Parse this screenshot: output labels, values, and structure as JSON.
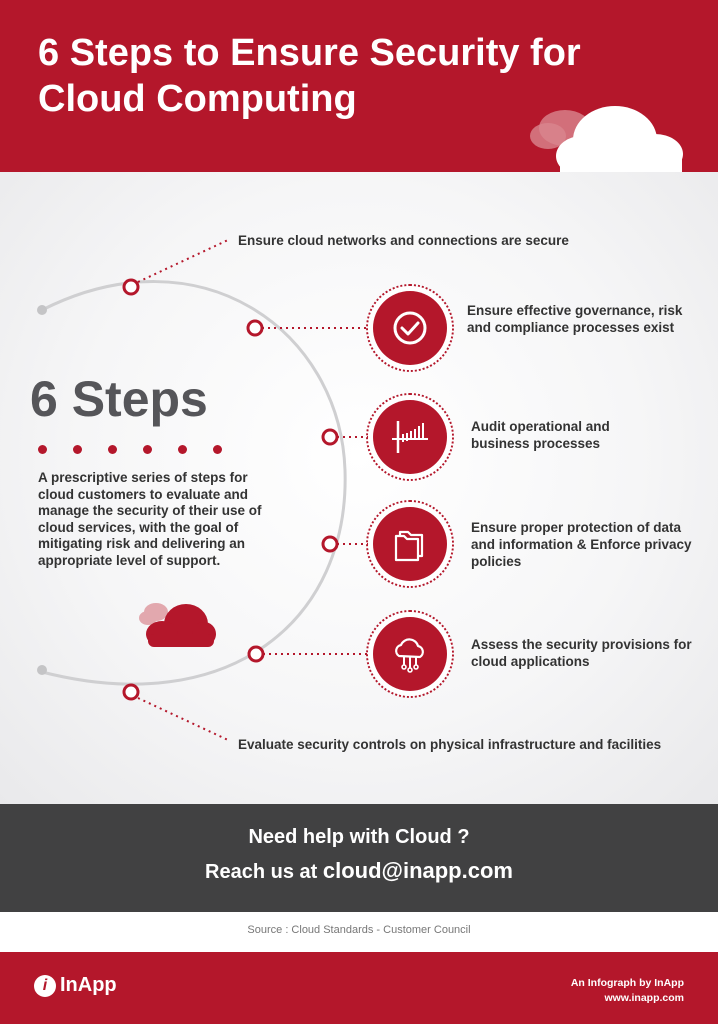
{
  "title": "6 Steps to Ensure Security for Cloud Computing",
  "heading": "6 Steps",
  "description": "A prescriptive series of steps for cloud customers to evaluate and manage the security of their use of cloud services, with the goal of mitigating risk and delivering an appropriate level of support.",
  "steps": [
    {
      "text": "Ensure cloud networks and connections are secure",
      "icon": null
    },
    {
      "text": "Ensure effective governance, risk and compliance processes exist",
      "icon": "check-icon"
    },
    {
      "text": "Audit operational and business processes",
      "icon": "chart-icon"
    },
    {
      "text": "Ensure proper protection of data and information & Enforce privacy policies",
      "icon": "folder-icon"
    },
    {
      "text": "Assess the security provisions for cloud applications",
      "icon": "cloud-network-icon"
    },
    {
      "text": "Evaluate security controls on physical infrastructure and facilities",
      "icon": null
    }
  ],
  "cta": {
    "line1": "Need help with Cloud ?",
    "line2_prefix": "Reach us at ",
    "email": "cloud@inapp.com"
  },
  "source": "Source : Cloud Standards - Customer Council",
  "footer": {
    "logo_text": "InApp",
    "logo_mark": "i",
    "credit_line1": "An Infograph by InApp",
    "credit_line2": "www.inapp.com"
  },
  "colors": {
    "brand_red": "#b4172b",
    "dark_gray": "#414142",
    "arc_gray": "#cfcfd1"
  }
}
